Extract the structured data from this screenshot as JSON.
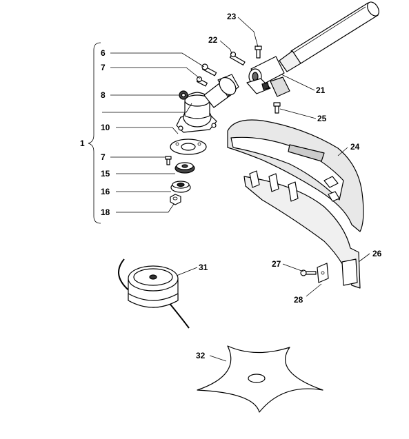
{
  "labels": {
    "l1": "1",
    "l6": "6",
    "l7a": "7",
    "l8": "8",
    "l10": "10",
    "l7b": "7",
    "l15": "15",
    "l16": "16",
    "l18": "18",
    "l21": "21",
    "l22": "22",
    "l23": "23",
    "l24": "24",
    "l25": "25",
    "l26": "26",
    "l27": "27",
    "l28": "28",
    "l31": "31",
    "l32": "32"
  }
}
